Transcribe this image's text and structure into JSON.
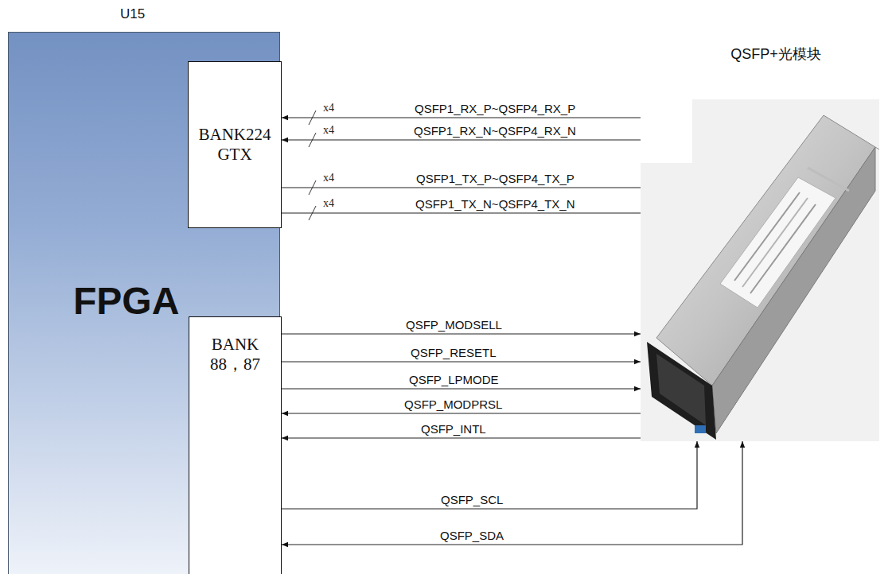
{
  "diagram": {
    "nodes": [
      {
        "text": [
          "U15",
          "FPGA"
        ]
      },
      {
        "text": [
          "BANK224 GTX"
        ],
        "in": 0
      },
      {
        "text": [
          "BANK 88，87"
        ],
        "in": 0
      },
      {
        "text": [
          "QSFP+光模块"
        ]
      }
    ],
    "edges": [
      {
        "from": 3,
        "to": 1,
        "arrow": "to",
        "label": "QSFP1_RX_P~QSFP4_RX_P"
      },
      {
        "from": 3,
        "to": 1,
        "arrow": "to",
        "label": "QSFP1_RX_N~QSFP4_RX_N"
      },
      {
        "from": 1,
        "to": 3,
        "arrow": "none",
        "label": "QSFP1_TX_P~QSFP4_TX_P"
      },
      {
        "from": 1,
        "to": 3,
        "arrow": "none",
        "label": "QSFP1_TX_N~QSFP4_TX_N"
      },
      {
        "from": 2,
        "to": 3,
        "arrow": "to",
        "label": "QSFP_MODSELL"
      },
      {
        "from": 2,
        "to": 3,
        "arrow": "to",
        "label": "QSFP_RESETL"
      },
      {
        "from": 2,
        "to": 3,
        "arrow": "to",
        "label": "QSFP_LPMODE"
      },
      {
        "from": 3,
        "to": 2,
        "arrow": "to",
        "label": "QSFP_MODPRSL"
      },
      {
        "from": 3,
        "to": 2,
        "arrow": "to",
        "label": "QSFP_INTL"
      },
      {
        "from": 2,
        "to": 3,
        "arrow": "to",
        "label": "QSFP_SCL"
      },
      {
        "from": 2,
        "to": 3,
        "arrow": "both",
        "label": "QSFP_SDA"
      }
    ],
    "labels": [
      "x4",
      "x4",
      "x4",
      "x4"
    ]
  }
}
